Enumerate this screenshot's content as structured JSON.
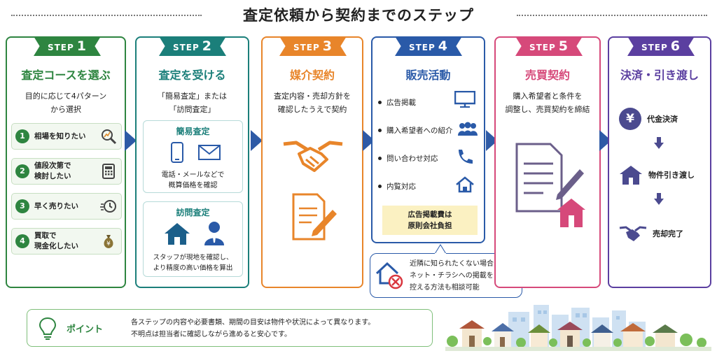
{
  "title": "査定依頼から契約までのステップ",
  "step_word": "STEP",
  "steps": [
    {
      "num": "1",
      "title": "査定コースを選ぶ",
      "color": "#2e8540",
      "desc": "目的に応じて4パターン\nから選択",
      "options": [
        {
          "num": "1",
          "label": "相場を知りたい",
          "icon": "magnifier-chart-icon"
        },
        {
          "num": "2",
          "label": "値段次第で\n検討したい",
          "icon": "calculator-icon"
        },
        {
          "num": "3",
          "label": "早く売りたい",
          "icon": "fast-clock-icon"
        },
        {
          "num": "4",
          "label": "買取で\n現金化したい",
          "icon": "money-bag-icon"
        }
      ]
    },
    {
      "num": "2",
      "title": "査定を受ける",
      "color": "#1b7f7a",
      "desc": "「簡易査定」または\n「訪問査定」",
      "kani": {
        "title": "簡易査定",
        "desc": "電話・メールなどで\n概算価格を確認"
      },
      "houmon": {
        "title": "訪問査定",
        "desc": "スタッフが現地を確認し、\nより精度の高い価格を算出"
      }
    },
    {
      "num": "3",
      "title": "媒介契約",
      "color": "#e8852a",
      "desc": "査定内容・売却方針を\n確認したうえで契約"
    },
    {
      "num": "4",
      "title": "販売活動",
      "color": "#2a5aa8",
      "activities": [
        "広告掲載",
        "購入希望者への紹介",
        "問い合わせ対応",
        "内覧対応"
      ],
      "note": "広告掲載費は\n原則会社負担",
      "callout": "近隣に知られたくない場合は、\nネット・チラシへの掲載を\n控える方法も相談可能"
    },
    {
      "num": "5",
      "title": "売買契約",
      "color": "#d6497a",
      "desc": "購入希望者と条件を\n調整し、売買契約を締結"
    },
    {
      "num": "6",
      "title": "決済・引き渡し",
      "color": "#5b3fa0",
      "flow": [
        "代金決済",
        "物件引き渡し",
        "売却完了"
      ],
      "yen": "¥"
    }
  ],
  "point": {
    "label": "ポイント",
    "text": "各ステップの内容や必要書類、期間の目安は物件や状況によって異なります。\n不明点は担当者に確認しながら進めると安心です。"
  }
}
